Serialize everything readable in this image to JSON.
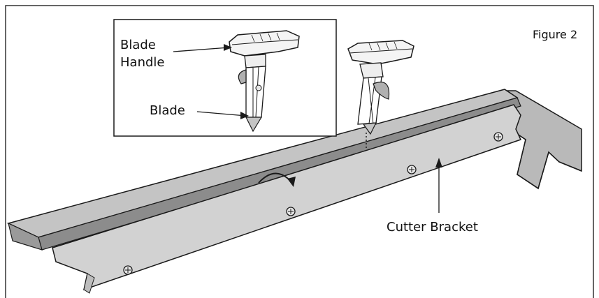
{
  "figure": {
    "label": "Figure 2",
    "callouts": {
      "blade_handle_line1": "Blade",
      "blade_handle_line2": "Handle",
      "blade": "Blade",
      "cutter_bracket": "Cutter Bracket"
    },
    "colors": {
      "rail_light": "#bdbdbd",
      "rail_dark": "#8c8c8c",
      "bracket_fill": "#d0d0d0",
      "outline": "#1a1a1a",
      "background": "#ffffff"
    },
    "icons": [
      "screw-icon",
      "rotation-arrow-icon",
      "blade-assembly-illustration"
    ]
  }
}
